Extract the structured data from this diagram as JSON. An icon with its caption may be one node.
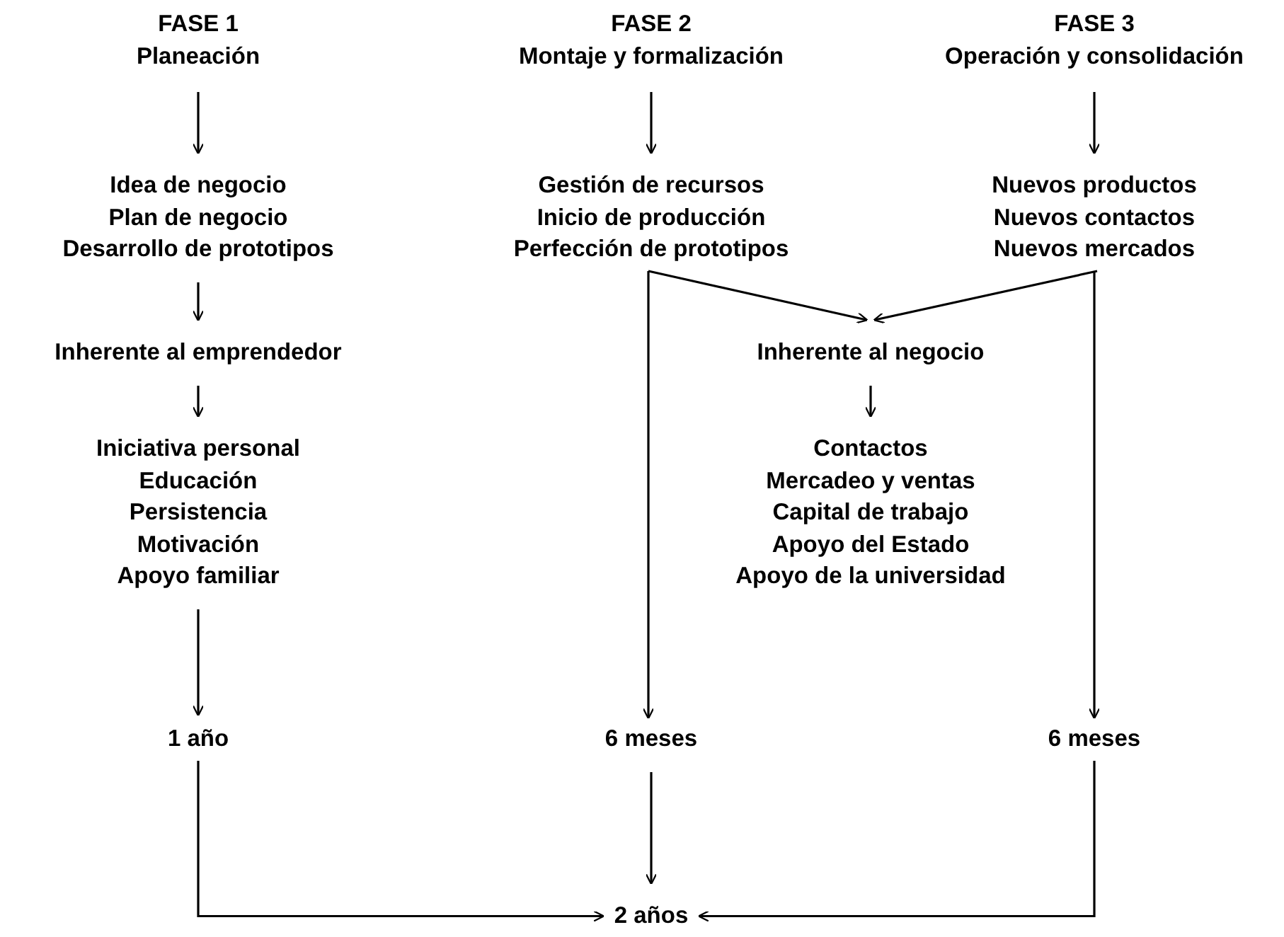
{
  "diagram": {
    "nodes": [
      {
        "text": [
          "FASE 1",
          "Planeación"
        ]
      },
      {
        "text": [
          "Idea de negocio",
          "Plan de negocio",
          "Desarrollo de prototipos"
        ]
      },
      {
        "text": [
          "Inherente al emprendedor"
        ]
      },
      {
        "text": [
          "Iniciativa personal",
          "Educación",
          "Persistencia",
          "Motivación",
          "Apoyo familiar"
        ]
      },
      {
        "text": [
          "1 año"
        ]
      },
      {
        "text": [
          "FASE 2",
          "Montaje y formalización"
        ]
      },
      {
        "text": [
          "Gestión de recursos",
          "Inicio de producción",
          "Perfección de prototipos"
        ]
      },
      {
        "text": [
          "Inherente al negocio"
        ]
      },
      {
        "text": [
          "Contactos",
          "Mercadeo y ventas",
          "Capital de trabajo",
          "Apoyo del Estado",
          "Apoyo de la universidad"
        ]
      },
      {
        "text": [
          "6 meses"
        ]
      },
      {
        "text": [
          "FASE 3",
          "Operación y consolidación"
        ]
      },
      {
        "text": [
          "Nuevos productos",
          "Nuevos contactos",
          "Nuevos mercados"
        ]
      },
      {
        "text": [
          "6 meses"
        ]
      },
      {
        "text": [
          "2 años"
        ]
      }
    ],
    "edges": [
      {
        "from": 0,
        "to": 1,
        "arrow": "to"
      },
      {
        "from": 1,
        "to": 2,
        "arrow": "to"
      },
      {
        "from": 2,
        "to": 3,
        "arrow": "to"
      },
      {
        "from": 3,
        "to": 4,
        "arrow": "to"
      },
      {
        "from": 5,
        "to": 6,
        "arrow": "to"
      },
      {
        "from": 6,
        "to": 7,
        "arrow": "to"
      },
      {
        "from": 6,
        "to": 9,
        "arrow": "to"
      },
      {
        "from": 10,
        "to": 11,
        "arrow": "to"
      },
      {
        "from": 11,
        "to": 7,
        "arrow": "to"
      },
      {
        "from": 11,
        "to": 12,
        "arrow": "to"
      },
      {
        "from": 7,
        "to": 8,
        "arrow": "to"
      },
      {
        "from": 4,
        "to": 13,
        "arrow": "to"
      },
      {
        "from": 9,
        "to": 13,
        "arrow": "to"
      },
      {
        "from": 12,
        "to": 13,
        "arrow": "to"
      }
    ]
  }
}
